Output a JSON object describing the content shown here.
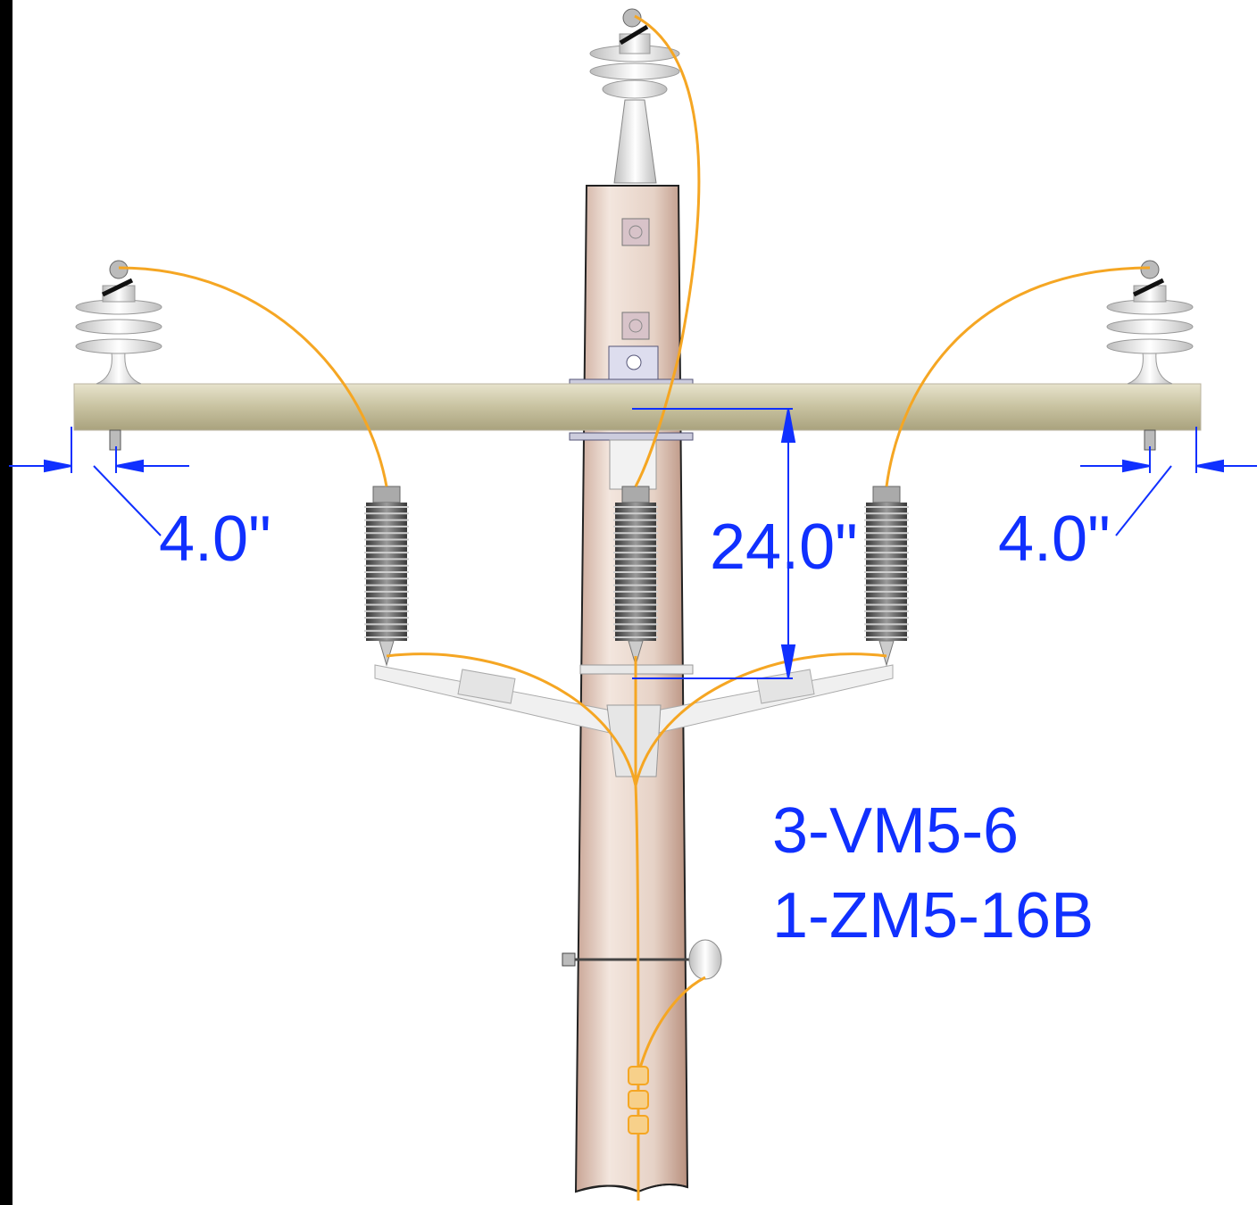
{
  "dimensions": {
    "left_offset": "4.0\"",
    "right_offset": "4.0\"",
    "vertical_spacing": "24.0\""
  },
  "assembly_codes": {
    "line1": "3-VM5-6",
    "line2": "1-ZM5-16B"
  },
  "colors": {
    "dimension": "#1030ff",
    "conductor": "#f5a623",
    "pole": "#d9b8a8",
    "crossarm": "#d4cfb0",
    "insulator": "#e8e8e8",
    "arrester": "#5c5c5c"
  }
}
